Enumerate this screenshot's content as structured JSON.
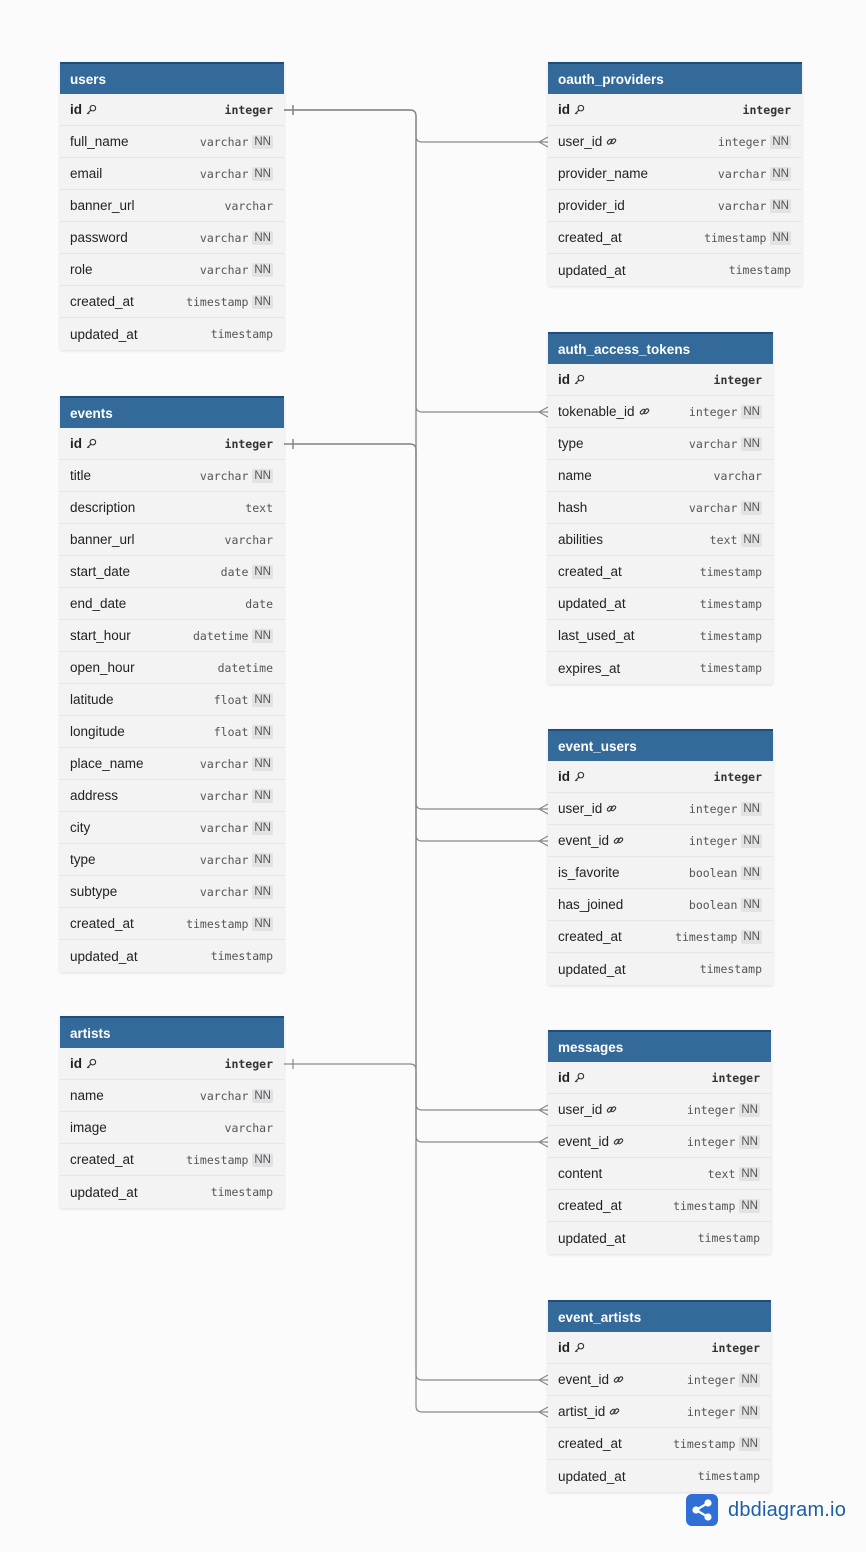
{
  "tables": [
    {
      "id": "users",
      "name": "users",
      "fields": [
        {
          "name": "id",
          "type": "integer",
          "pk": true
        },
        {
          "name": "full_name",
          "type": "varchar",
          "nn": true
        },
        {
          "name": "email",
          "type": "varchar",
          "nn": true
        },
        {
          "name": "banner_url",
          "type": "varchar"
        },
        {
          "name": "password",
          "type": "varchar",
          "nn": true
        },
        {
          "name": "role",
          "type": "varchar",
          "nn": true
        },
        {
          "name": "created_at",
          "type": "timestamp",
          "nn": true
        },
        {
          "name": "updated_at",
          "type": "timestamp"
        }
      ]
    },
    {
      "id": "events",
      "name": "events",
      "fields": [
        {
          "name": "id",
          "type": "integer",
          "pk": true
        },
        {
          "name": "title",
          "type": "varchar",
          "nn": true
        },
        {
          "name": "description",
          "type": "text"
        },
        {
          "name": "banner_url",
          "type": "varchar"
        },
        {
          "name": "start_date",
          "type": "date",
          "nn": true
        },
        {
          "name": "end_date",
          "type": "date"
        },
        {
          "name": "start_hour",
          "type": "datetime",
          "nn": true
        },
        {
          "name": "open_hour",
          "type": "datetime"
        },
        {
          "name": "latitude",
          "type": "float",
          "nn": true
        },
        {
          "name": "longitude",
          "type": "float",
          "nn": true
        },
        {
          "name": "place_name",
          "type": "varchar",
          "nn": true
        },
        {
          "name": "address",
          "type": "varchar",
          "nn": true
        },
        {
          "name": "city",
          "type": "varchar",
          "nn": true
        },
        {
          "name": "type",
          "type": "varchar",
          "nn": true
        },
        {
          "name": "subtype",
          "type": "varchar",
          "nn": true
        },
        {
          "name": "created_at",
          "type": "timestamp",
          "nn": true
        },
        {
          "name": "updated_at",
          "type": "timestamp"
        }
      ]
    },
    {
      "id": "artists",
      "name": "artists",
      "fields": [
        {
          "name": "id",
          "type": "integer",
          "pk": true
        },
        {
          "name": "name",
          "type": "varchar",
          "nn": true
        },
        {
          "name": "image",
          "type": "varchar"
        },
        {
          "name": "created_at",
          "type": "timestamp",
          "nn": true
        },
        {
          "name": "updated_at",
          "type": "timestamp"
        }
      ]
    },
    {
      "id": "oauth_providers",
      "name": "oauth_providers",
      "fields": [
        {
          "name": "id",
          "type": "integer",
          "pk": true
        },
        {
          "name": "user_id",
          "type": "integer",
          "nn": true,
          "fk": true
        },
        {
          "name": "provider_name",
          "type": "varchar",
          "nn": true
        },
        {
          "name": "provider_id",
          "type": "varchar",
          "nn": true
        },
        {
          "name": "created_at",
          "type": "timestamp",
          "nn": true
        },
        {
          "name": "updated_at",
          "type": "timestamp"
        }
      ]
    },
    {
      "id": "auth_access_tokens",
      "name": "auth_access_tokens",
      "fields": [
        {
          "name": "id",
          "type": "integer",
          "pk": true
        },
        {
          "name": "tokenable_id",
          "type": "integer",
          "nn": true,
          "fk": true
        },
        {
          "name": "type",
          "type": "varchar",
          "nn": true
        },
        {
          "name": "name",
          "type": "varchar"
        },
        {
          "name": "hash",
          "type": "varchar",
          "nn": true
        },
        {
          "name": "abilities",
          "type": "text",
          "nn": true
        },
        {
          "name": "created_at",
          "type": "timestamp"
        },
        {
          "name": "updated_at",
          "type": "timestamp"
        },
        {
          "name": "last_used_at",
          "type": "timestamp"
        },
        {
          "name": "expires_at",
          "type": "timestamp"
        }
      ]
    },
    {
      "id": "event_users",
      "name": "event_users",
      "fields": [
        {
          "name": "id",
          "type": "integer",
          "pk": true
        },
        {
          "name": "user_id",
          "type": "integer",
          "nn": true,
          "fk": true
        },
        {
          "name": "event_id",
          "type": "integer",
          "nn": true,
          "fk": true
        },
        {
          "name": "is_favorite",
          "type": "boolean",
          "nn": true
        },
        {
          "name": "has_joined",
          "type": "boolean",
          "nn": true
        },
        {
          "name": "created_at",
          "type": "timestamp",
          "nn": true
        },
        {
          "name": "updated_at",
          "type": "timestamp"
        }
      ]
    },
    {
      "id": "messages",
      "name": "messages",
      "fields": [
        {
          "name": "id",
          "type": "integer",
          "pk": true
        },
        {
          "name": "user_id",
          "type": "integer",
          "nn": true,
          "fk": true
        },
        {
          "name": "event_id",
          "type": "integer",
          "nn": true,
          "fk": true
        },
        {
          "name": "content",
          "type": "text",
          "nn": true
        },
        {
          "name": "created_at",
          "type": "timestamp",
          "nn": true
        },
        {
          "name": "updated_at",
          "type": "timestamp"
        }
      ]
    },
    {
      "id": "event_artists",
      "name": "event_artists",
      "fields": [
        {
          "name": "id",
          "type": "integer",
          "pk": true
        },
        {
          "name": "event_id",
          "type": "integer",
          "nn": true,
          "fk": true
        },
        {
          "name": "artist_id",
          "type": "integer",
          "nn": true,
          "fk": true
        },
        {
          "name": "created_at",
          "type": "timestamp",
          "nn": true
        },
        {
          "name": "updated_at",
          "type": "timestamp"
        }
      ]
    }
  ],
  "relationships": [
    {
      "from": "users.id",
      "to": "oauth_providers.user_id"
    },
    {
      "from": "users.id",
      "to": "auth_access_tokens.tokenable_id"
    },
    {
      "from": "users.id",
      "to": "event_users.user_id"
    },
    {
      "from": "events.id",
      "to": "event_users.event_id"
    },
    {
      "from": "users.id",
      "to": "messages.user_id"
    },
    {
      "from": "events.id",
      "to": "messages.event_id"
    },
    {
      "from": "events.id",
      "to": "event_artists.event_id"
    },
    {
      "from": "artists.id",
      "to": "event_artists.artist_id"
    }
  ],
  "labels": {
    "nn": "NN"
  },
  "brand": {
    "name": "dbdiagram.io",
    "icon": "share-nodes-icon"
  },
  "colors": {
    "header": "#336a9a",
    "brand": "#1c5fa8",
    "line": "#888888"
  }
}
